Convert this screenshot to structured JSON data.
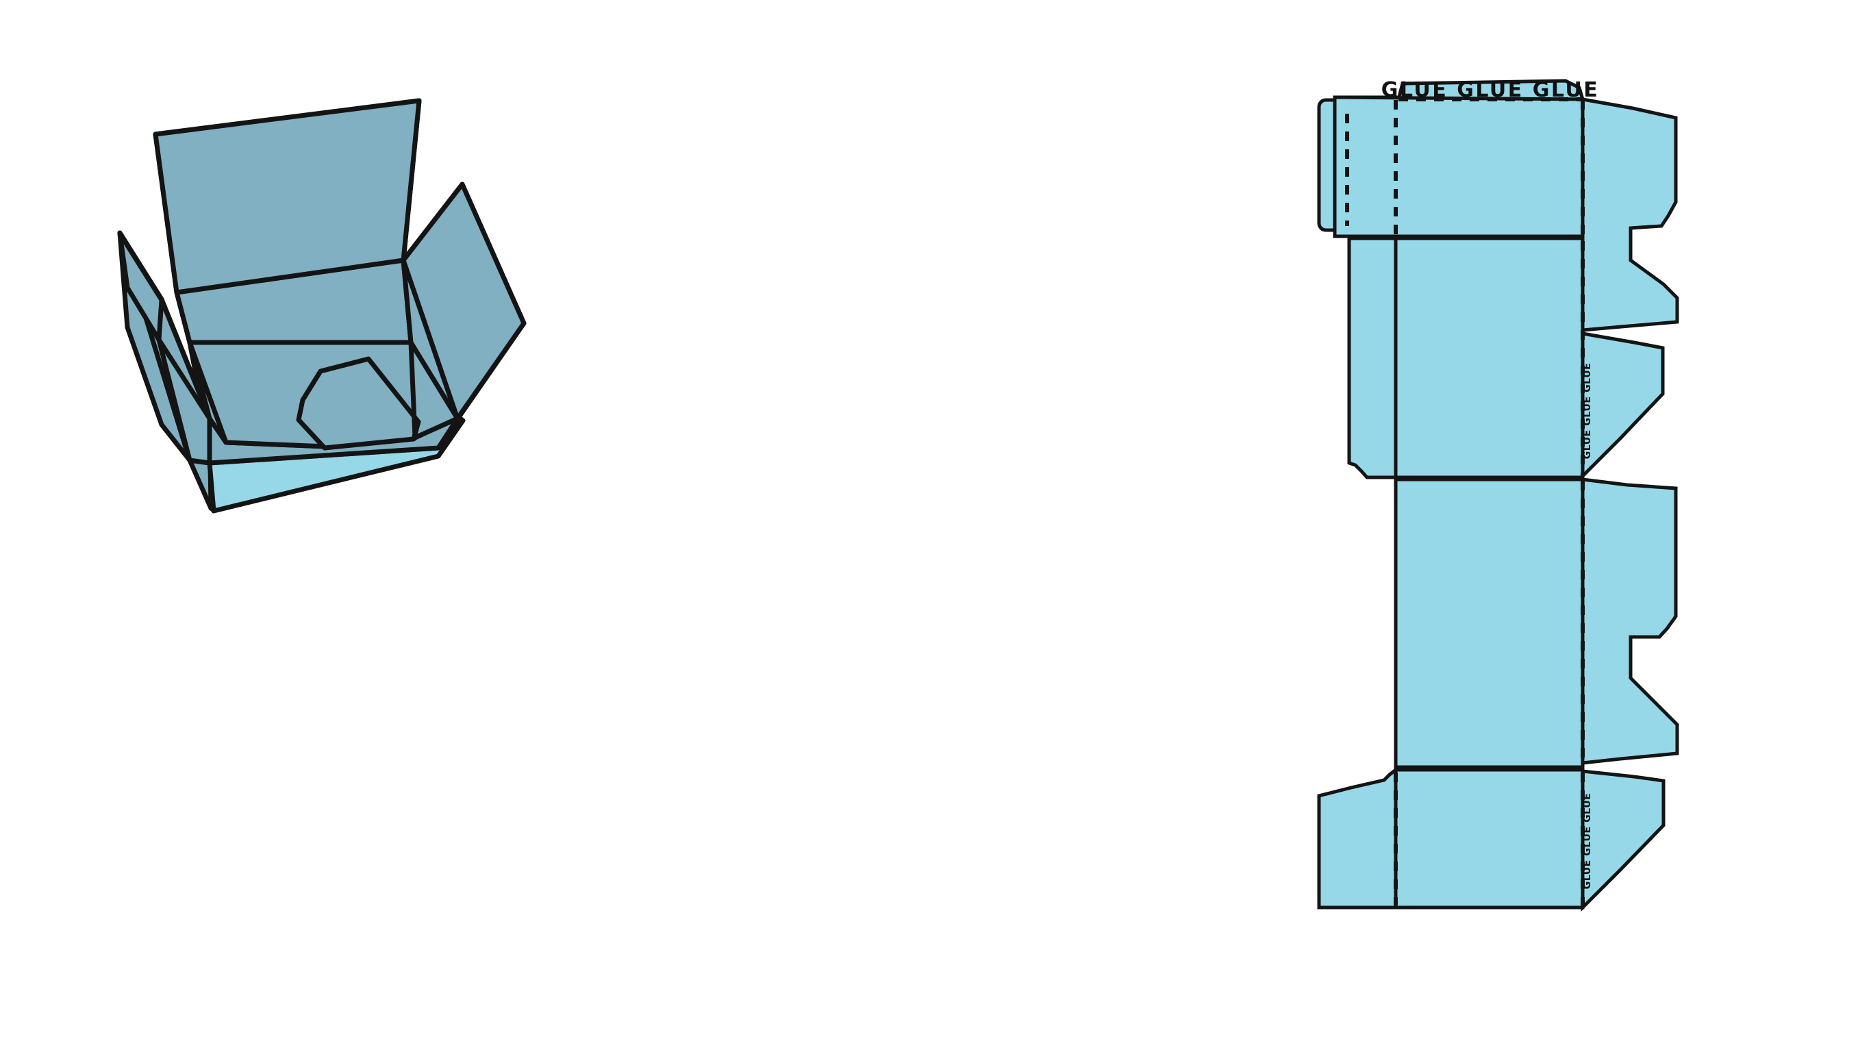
{
  "document": {
    "title": "Carton Box Mockup and Dieline Template",
    "background_color": "#ffffff"
  },
  "palette": {
    "carton_light": "#96d8e8",
    "carton_mid": "#81b0c2",
    "carton_dark": "#7ba9bb",
    "outline": "#141414",
    "crease_line": "#141414",
    "label_text": "#111111"
  },
  "figures": {
    "mockup": {
      "name": "open-carton-3d-mockup",
      "caption": "",
      "description": "Three dimensional view of an open corrugated carton box with four raised flaps",
      "fill_top_flap": "#81b0c2",
      "fill_side_flap": "#81b0c2",
      "fill_body": "#81b0c2",
      "fill_front_base": "#96d8e8",
      "stroke": "#141414",
      "stroke_width": 7
    },
    "dieline": {
      "name": "carton-dieline-flat-template",
      "caption": "",
      "description": "Flat unfolded dieline template of the carton with cut lines and dashed crease lines",
      "fill": "#96d8e8",
      "stroke": "#141414",
      "stroke_width": 5,
      "crease_dash_pattern": "14 12",
      "crease_stroke_width": 6
    }
  },
  "labels": {
    "glue_top": {
      "text": "GLUE GLUE GLUE",
      "orientation": "horizontal",
      "panel": "top-glue-flap"
    },
    "glue_right_middle": {
      "text": "GLUE GLUE GLUE",
      "orientation": "vertical-bottom-up",
      "panel": "right-middle-glue-flap"
    },
    "glue_right_bottom": {
      "text": "GLUE GLUE GLUE",
      "orientation": "vertical-bottom-up",
      "panel": "right-bottom-glue-flap"
    }
  },
  "dieline_parts": [
    {
      "id": "left-glue-flap",
      "label": "left glue flap"
    },
    {
      "id": "left-side-panel",
      "label": "left side panel"
    },
    {
      "id": "top-glue-flap",
      "label": "top glue flap"
    },
    {
      "id": "main-back-panel",
      "label": "main back panel"
    },
    {
      "id": "main-top-panel",
      "label": "main top panel"
    },
    {
      "id": "main-front-panel",
      "label": "main front panel"
    },
    {
      "id": "main-bottom-panel",
      "label": "main bottom panel"
    },
    {
      "id": "right-top-flap",
      "label": "right top flap"
    },
    {
      "id": "right-upper-tab",
      "label": "right upper tab"
    },
    {
      "id": "right-middle-glue-flap",
      "label": "right middle glue flap"
    },
    {
      "id": "right-lower-tab",
      "label": "right lower tab"
    },
    {
      "id": "right-bottom-glue-flap",
      "label": "right bottom glue flap"
    },
    {
      "id": "left-middle-tab",
      "label": "left middle tab"
    },
    {
      "id": "left-bottom-tab",
      "label": "left bottom tab"
    }
  ]
}
